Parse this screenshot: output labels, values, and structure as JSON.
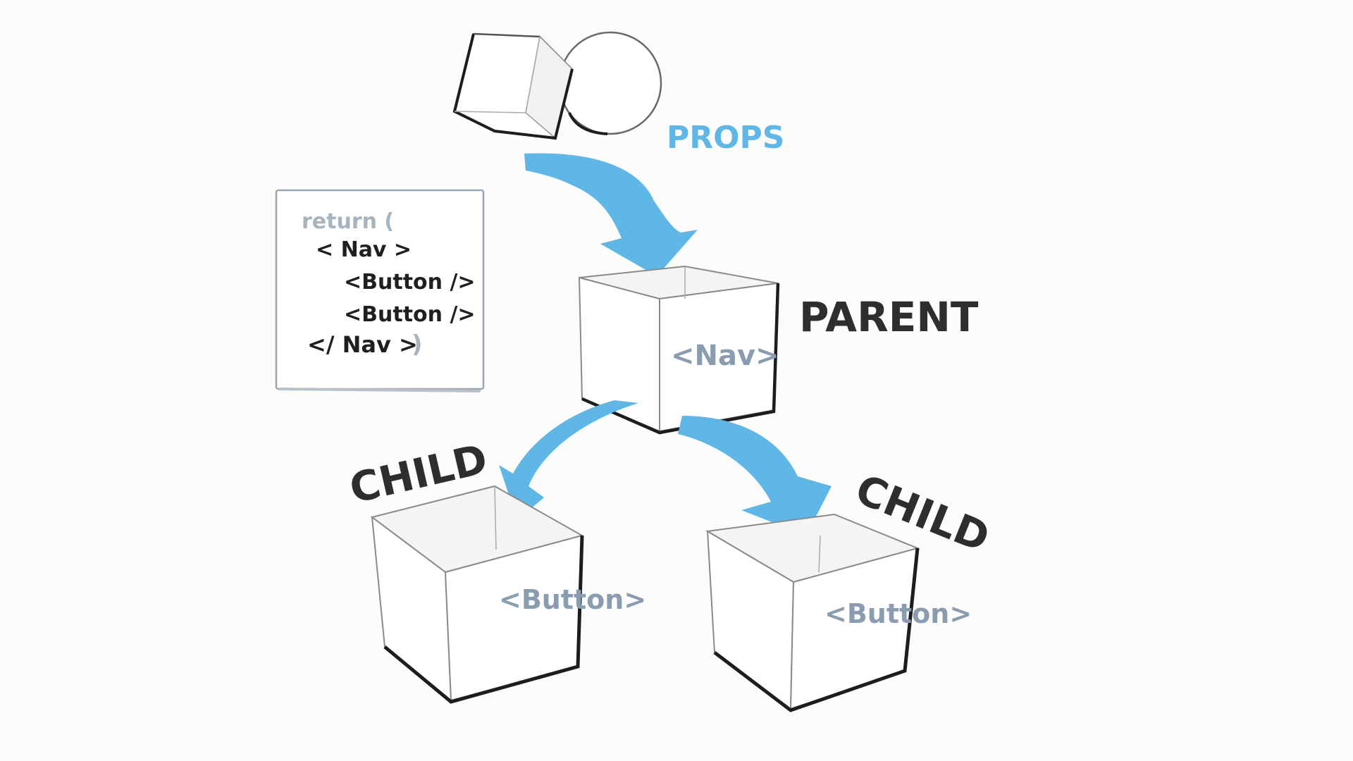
{
  "labels": {
    "props": "PROPS",
    "parent": "PARENT",
    "child_left": "CHILD",
    "child_right": "CHILD"
  },
  "box_tags": {
    "parent": "<Nav>",
    "child_left": "<Button>",
    "child_right": "<Button>"
  },
  "code_card": {
    "line1": "return (",
    "line2": "< Nav >",
    "line3": "<Button />",
    "line4": "<Button />",
    "line5": "</ Nav >",
    "line5_paren": ")"
  },
  "colors": {
    "arrow": "#5fb7e8",
    "props_text": "#5fb7e8",
    "label_text": "#2e2e30",
    "tag_text": "#8a9db0",
    "code_text": "#1f1f22",
    "code_faded": "#a7b3bd",
    "outline": "#1d1d1f",
    "background": "#fcfcfb"
  },
  "icons": {
    "props_shapes": "cube-and-sphere"
  }
}
